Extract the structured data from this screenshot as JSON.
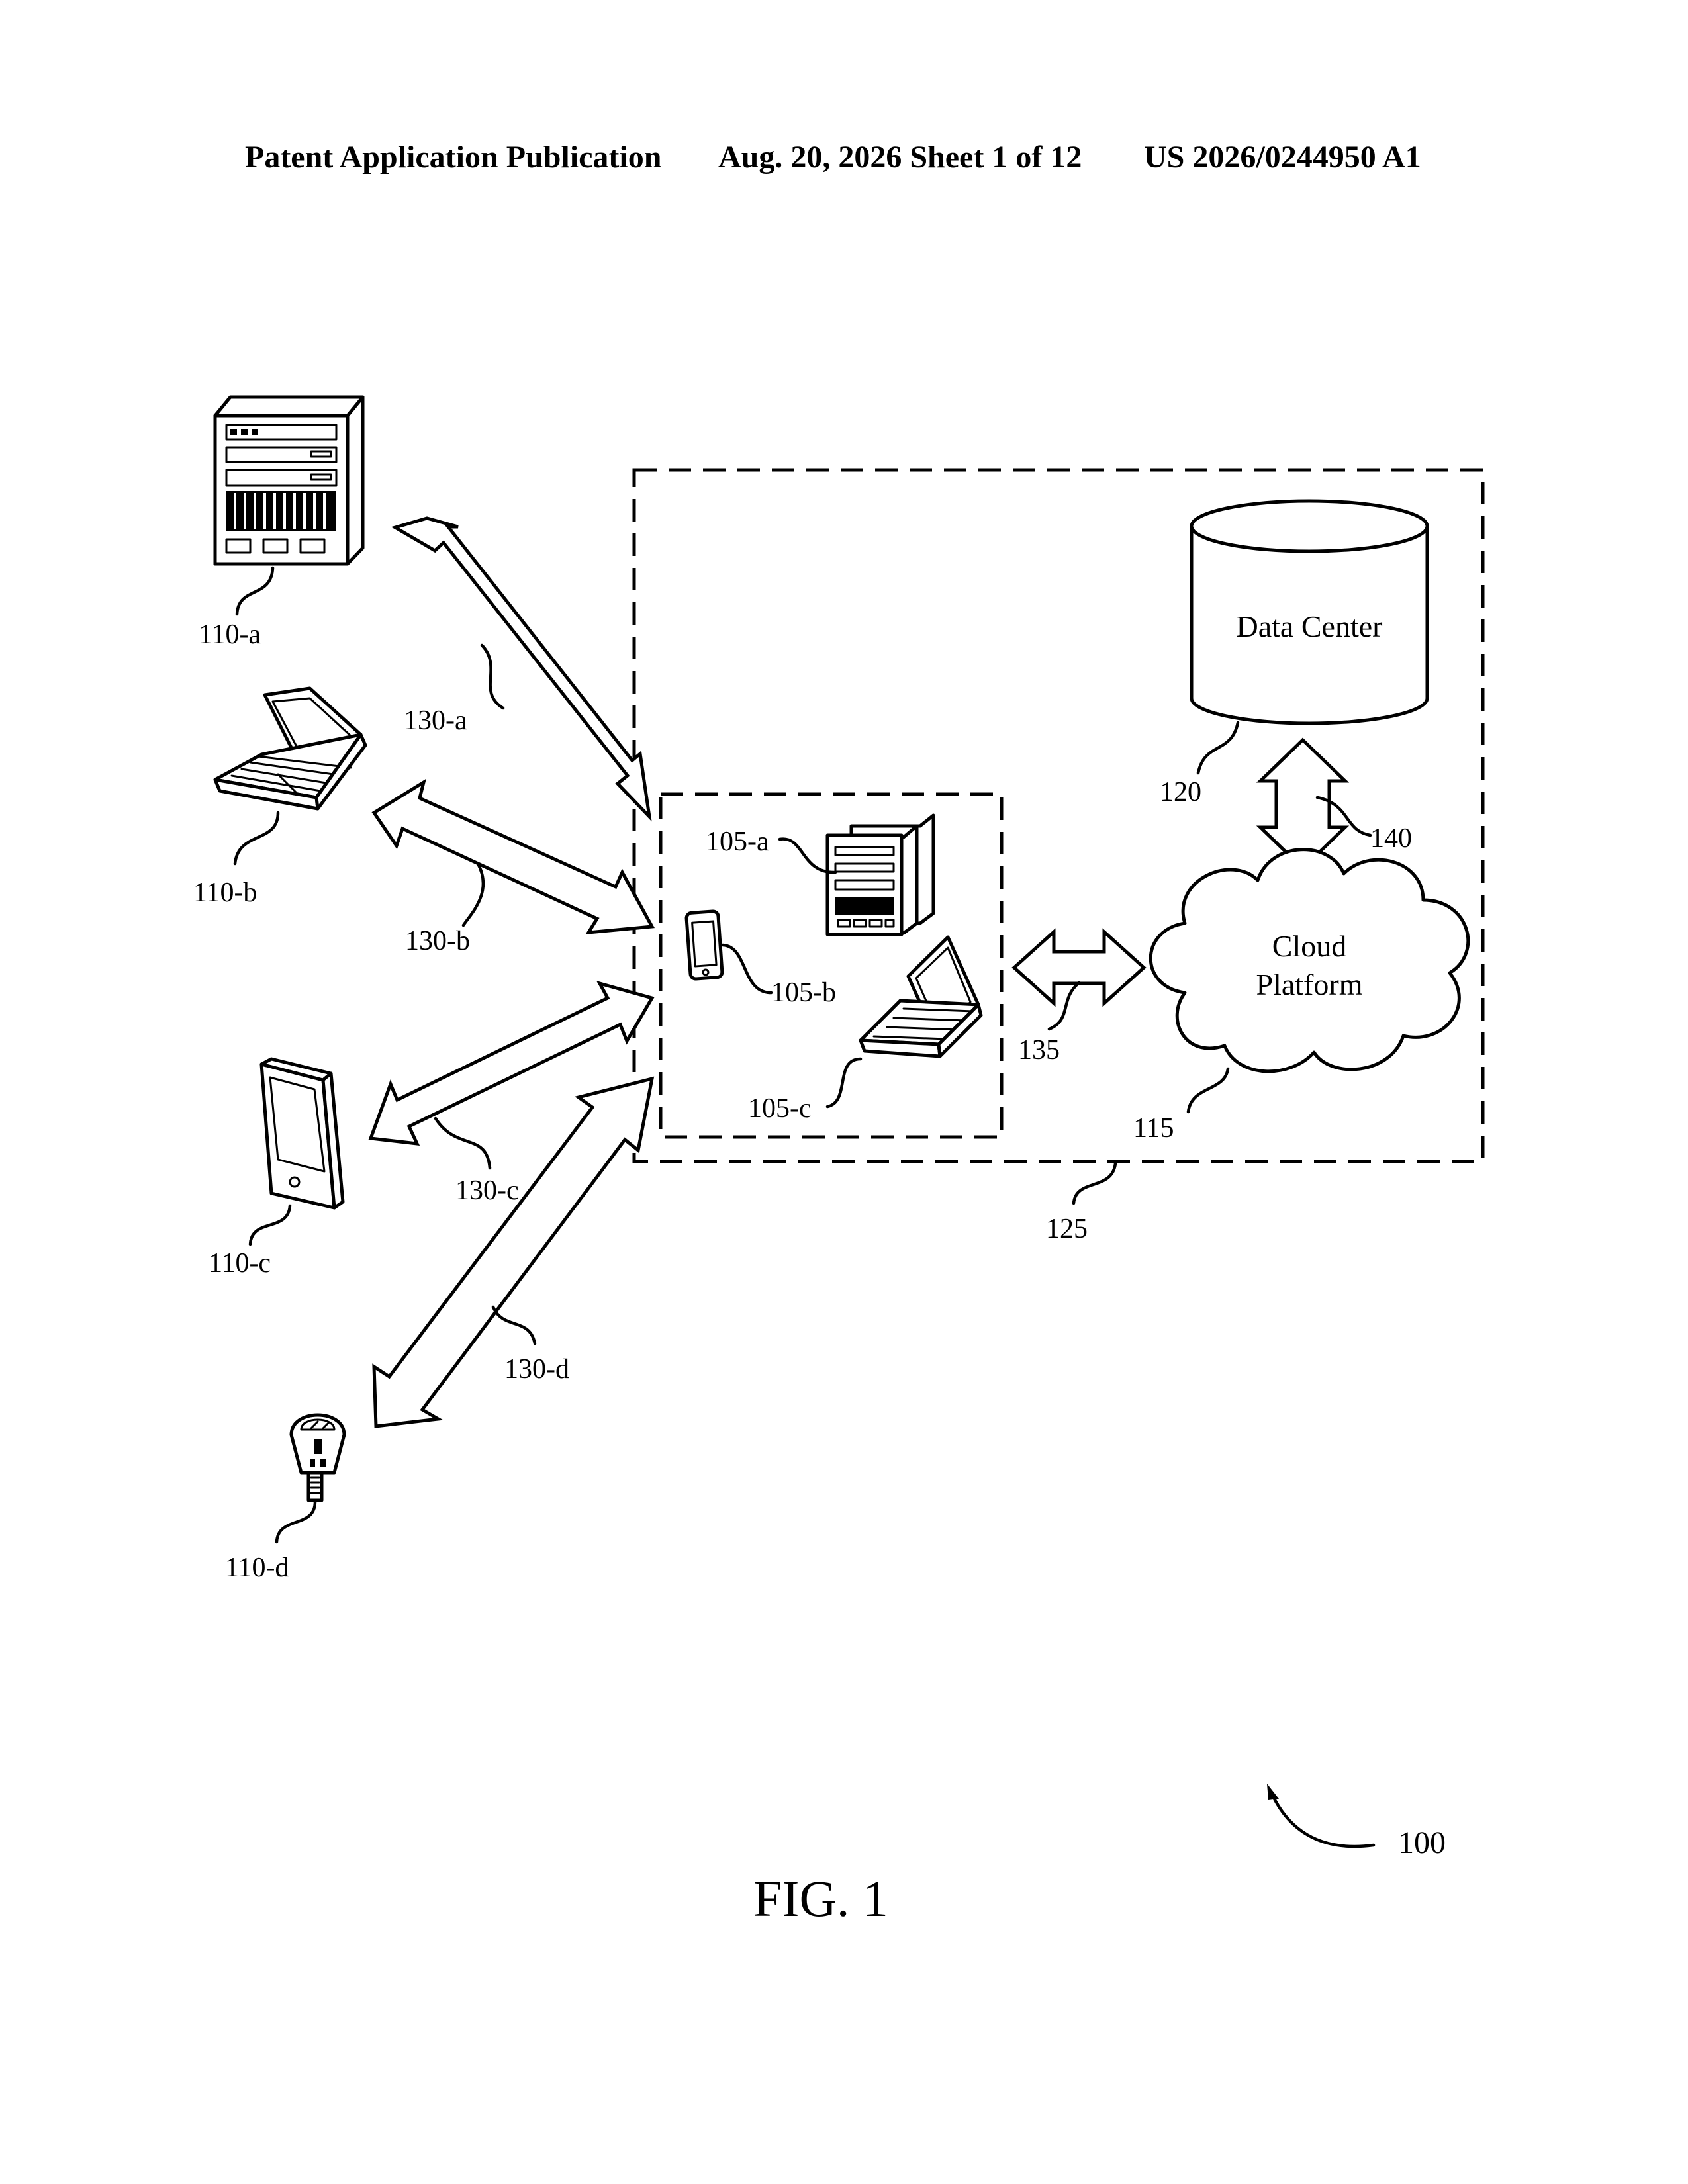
{
  "header": {
    "publication": "Patent Application Publication",
    "date_sheet": "Aug. 20, 2026  Sheet 1 of 12",
    "number": "US 2026/0244950 A1"
  },
  "figure": {
    "caption": "FIG. 1",
    "overall_ref": "100"
  },
  "nodes": {
    "data_center": {
      "text": "Data Center",
      "ref": "120"
    },
    "cloud_platform": {
      "line1": "Cloud",
      "line2": "Platform",
      "ref": "115"
    },
    "system_boundary": {
      "ref": "125"
    },
    "server_105a": {
      "ref": "105-a"
    },
    "phone_105b": {
      "ref": "105-b"
    },
    "laptop_105c": {
      "ref": "105-c"
    },
    "server_110a": {
      "ref": "110-a"
    },
    "laptop_110b": {
      "ref": "110-b"
    },
    "tablet_110c": {
      "ref": "110-c"
    },
    "meter_110d": {
      "ref": "110-d"
    }
  },
  "connections": {
    "c130a": "130-a",
    "c130b": "130-b",
    "c130c": "130-c",
    "c130d": "130-d",
    "c135": "135",
    "c140": "140"
  }
}
